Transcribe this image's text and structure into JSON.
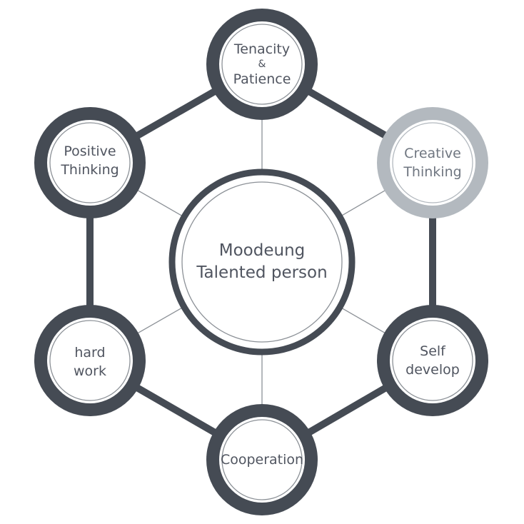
{
  "center": {
    "line1": "Moodeung",
    "line2": "Talented person"
  },
  "nodes": {
    "top": {
      "line1": "Tenacity",
      "line2": "&",
      "line3": "Patience"
    },
    "upper_right": {
      "line1": "Creative",
      "line2": "Thinking"
    },
    "lower_right": {
      "line1": "Self",
      "line2": "develop"
    },
    "bottom": {
      "line1": "Cooperation"
    },
    "lower_left": {
      "line1": "hard",
      "line2": "work"
    },
    "upper_left": {
      "line1": "Positive",
      "line2": "Thinking"
    }
  },
  "colors": {
    "dark_ring": "#454b54",
    "highlight_ring": "#b3b9bf",
    "thin_line": "#8c9197",
    "text": "#505560"
  }
}
